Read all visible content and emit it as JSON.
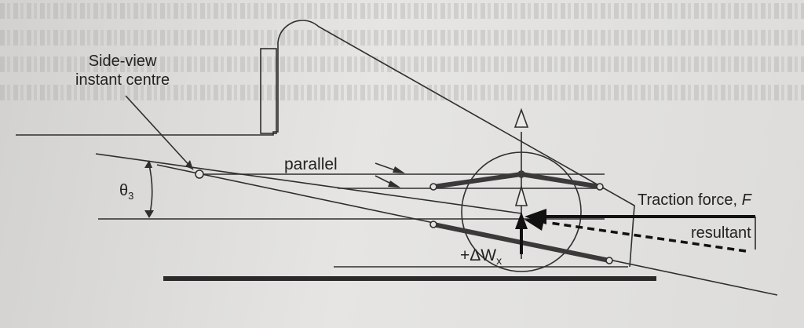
{
  "diagram": {
    "instant_centre_label_line1": "Side-view",
    "instant_centre_label_line2": "instant centre",
    "parallel_label": "parallel",
    "angle_label": "θ",
    "angle_subscript": "3",
    "traction_force_label": "Traction force, ",
    "traction_force_symbol": "F",
    "resultant_label": "resultant",
    "load_transfer_prefix": "+ΔW",
    "load_transfer_subscript": "x"
  }
}
